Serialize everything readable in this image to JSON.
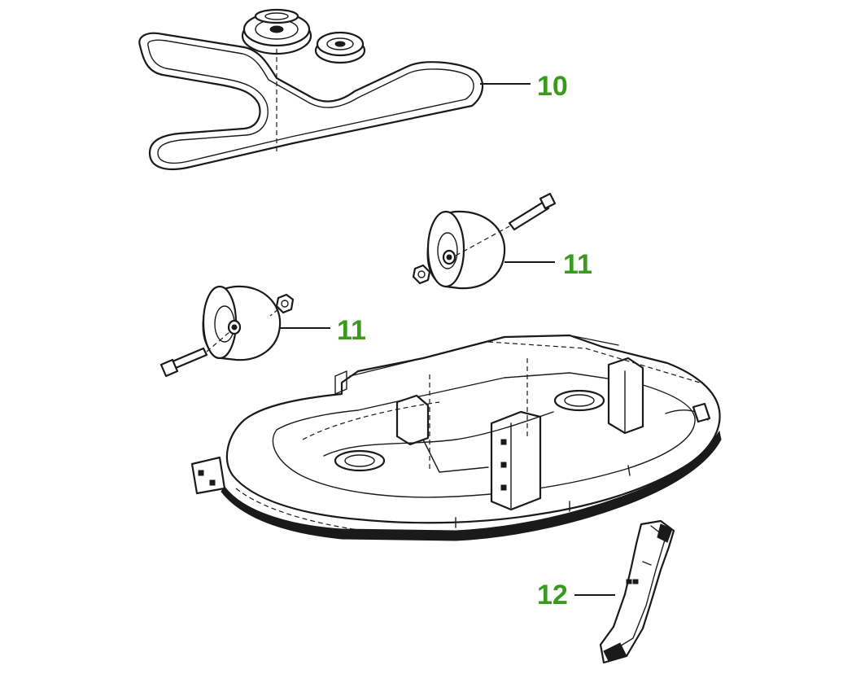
{
  "callouts": {
    "belt": "10",
    "gauge_wheel_right": "11",
    "gauge_wheel_left": "11",
    "blade": "12"
  },
  "colors": {
    "callout_text": "#3a9a1e",
    "line_art": "#1a1a1a",
    "background": "#ffffff"
  }
}
